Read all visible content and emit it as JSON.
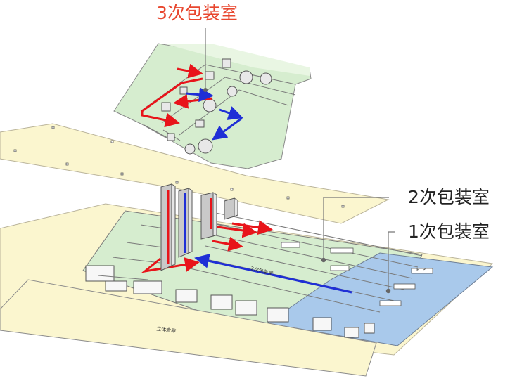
{
  "callouts": {
    "tertiary": "3次包装室",
    "secondary": "2次包装室",
    "primary": "1次包装室"
  },
  "colors": {
    "tertiary_label": "#e8472f",
    "floor_green": "#d6edcf",
    "floor_yellow": "#fbf6cf",
    "floor_blue": "#a9c9eb",
    "flow_red": "#e8141a",
    "flow_blue": "#1f2fd6",
    "shaft_gray": "#c9c9c9"
  },
  "icons": {
    "flow_red": "arrow-right",
    "flow_blue": "arrow-left"
  }
}
